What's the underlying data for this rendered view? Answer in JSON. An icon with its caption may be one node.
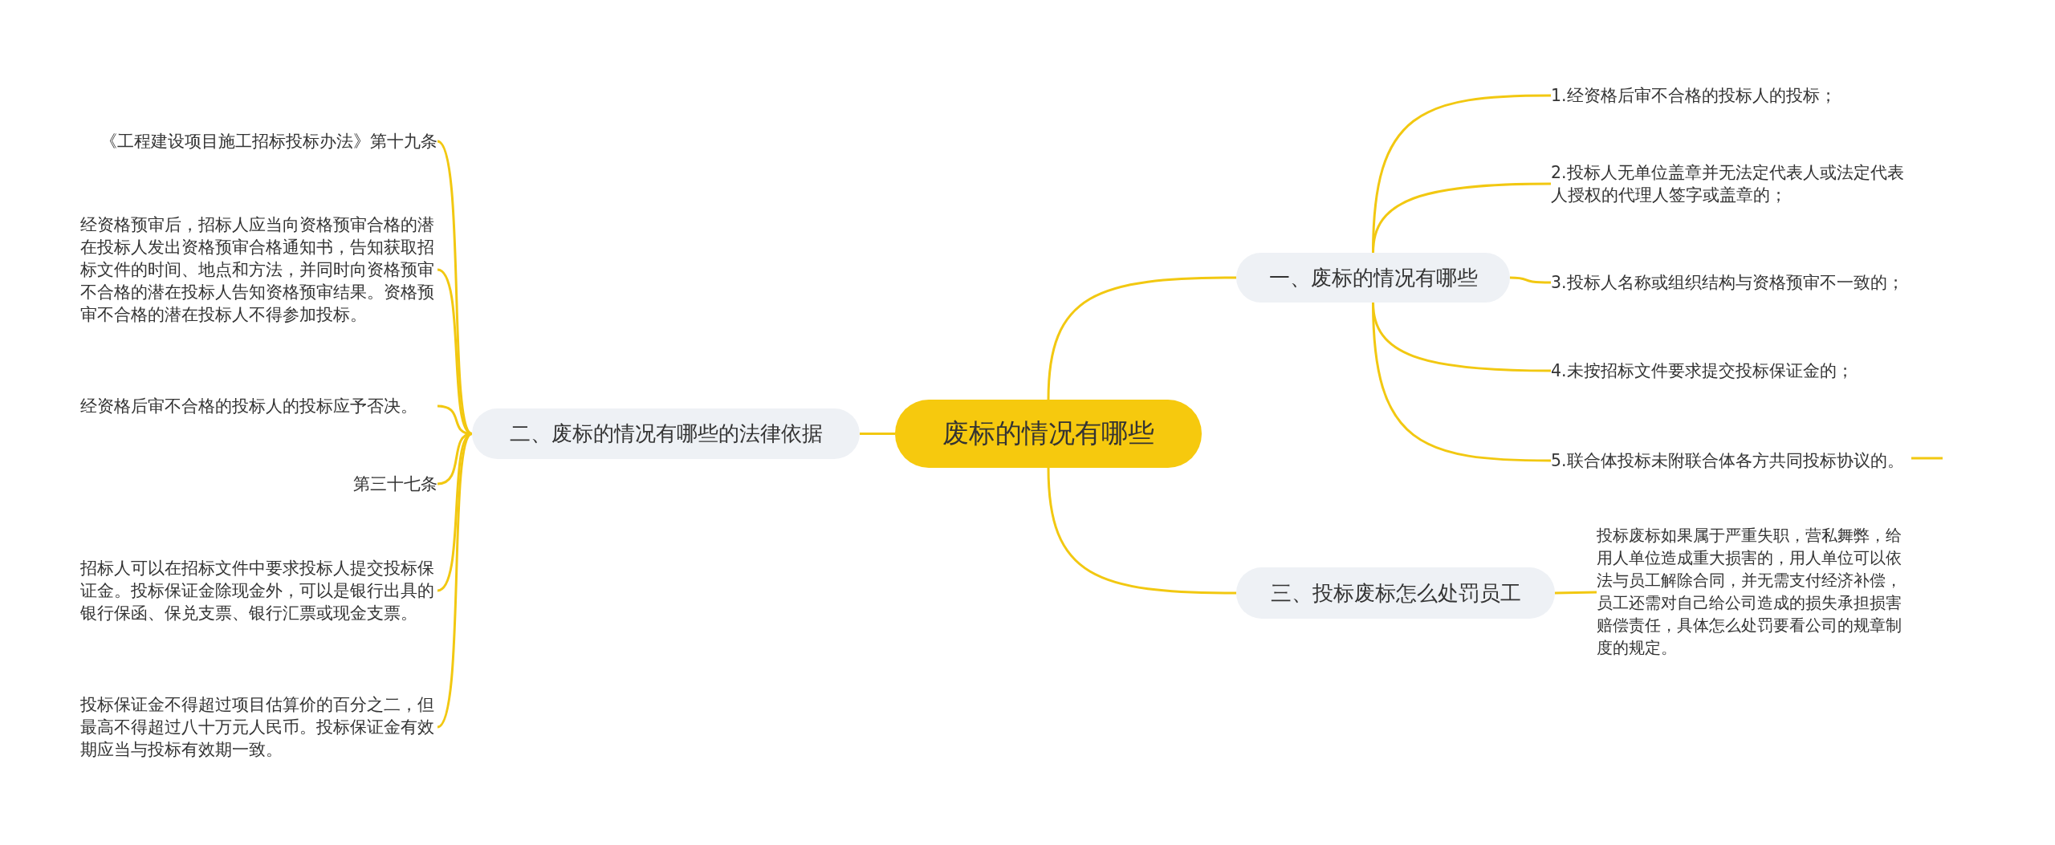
{
  "diagram": {
    "nodes": [
      {
        "text": [
          "废标的情况有哪些"
        ]
      },
      {
        "text": [
          "一、废标的情况有哪些"
        ]
      },
      {
        "text": [
          "1.经资格后审不合格的投标人的投标；"
        ]
      },
      {
        "text": [
          "2.投标人无单位盖章并无法定代表人或法定代表人授权的代理人签字或盖章的；"
        ]
      },
      {
        "text": [
          "3.投标人名称或组织结构与资格预审不一致的；"
        ]
      },
      {
        "text": [
          "4.未按招标文件要求提交投标保证金的；"
        ]
      },
      {
        "text": [
          "5.联合体投标未附联合体各方共同投标协议的。"
        ]
      },
      {
        "text": [
          "三、投标废标怎么处罚员工"
        ]
      },
      {
        "text": [
          "投标废标如果属于严重失职，营私舞弊，给用人单位造成重大损害的，用人单位可以依法与员工解除合同，并无需支付经济补偿，员工还需对自己给公司造成的损失承担损害赔偿责任，具体怎么处罚要看公司的规章制度的规定。"
        ]
      },
      {
        "text": [
          "二、废标的情况有哪些的法律依据"
        ]
      },
      {
        "text": [
          "《工程建设项目施工招标投标办法》第十九条"
        ]
      },
      {
        "text": [
          "经资格预审后，招标人应当向资格预审合格的潜在投标人发出资格预审合格通知书，告知获取招标文件的时间、地点和方法，并同时向资格预审不合格的潜在投标人告知资格预审结果。资格预审不合格的潜在投标人不得参加投标。"
        ]
      },
      {
        "text": [
          "经资格后审不合格的投标人的投标应予否决。"
        ]
      },
      {
        "text": [
          "第三十七条"
        ]
      },
      {
        "text": [
          "招标人可以在招标文件中要求投标人提交投标保证金。投标保证金除现金外，可以是银行出具的银行保函、保兑支票、银行汇票或现金支票。"
        ]
      },
      {
        "text": [
          "投标保证金不得超过项目估算价的百分之二，但最高不得超过八十万元人民币。投标保证金有效期应当与投标有效期一致。"
        ]
      }
    ],
    "edges": [
      {
        "from": 0,
        "to": 1,
        "arrow": "none"
      },
      {
        "from": 1,
        "to": 2,
        "arrow": "none"
      },
      {
        "from": 1,
        "to": 3,
        "arrow": "none"
      },
      {
        "from": 1,
        "to": 4,
        "arrow": "none"
      },
      {
        "from": 1,
        "to": 5,
        "arrow": "none"
      },
      {
        "from": 1,
        "to": 6,
        "arrow": "none"
      },
      {
        "from": 0,
        "to": 7,
        "arrow": "none"
      },
      {
        "from": 7,
        "to": 8,
        "arrow": "none"
      },
      {
        "from": 0,
        "to": 9,
        "arrow": "none"
      },
      {
        "from": 9,
        "to": 10,
        "arrow": "none"
      },
      {
        "from": 9,
        "to": 11,
        "arrow": "none"
      },
      {
        "from": 9,
        "to": 12,
        "arrow": "none"
      },
      {
        "from": 9,
        "to": 13,
        "arrow": "none"
      },
      {
        "from": 9,
        "to": 14,
        "arrow": "none"
      },
      {
        "from": 9,
        "to": 15,
        "arrow": "none"
      }
    ]
  }
}
